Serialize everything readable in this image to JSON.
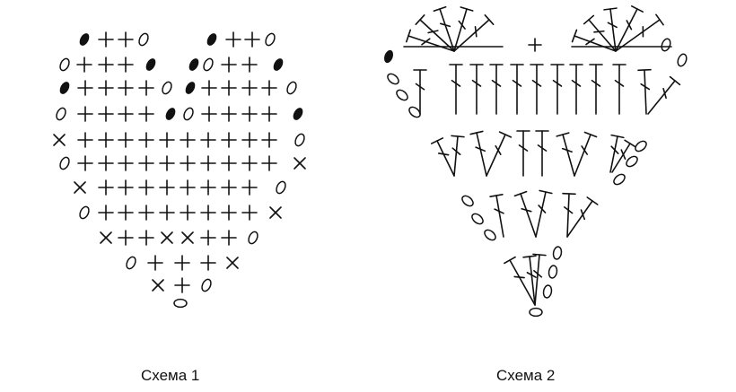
{
  "figure": {
    "caption_1": "Схема 1",
    "caption_2": "Схема 2"
  },
  "legend_symbols": [
    "chain-stitch-oval",
    "slip-stitch-filled-oval",
    "single-crochet-plus",
    "single-crochet-x",
    "double-crochet-t"
  ],
  "colors": {
    "ink": "#111111",
    "background": "#ffffff"
  }
}
